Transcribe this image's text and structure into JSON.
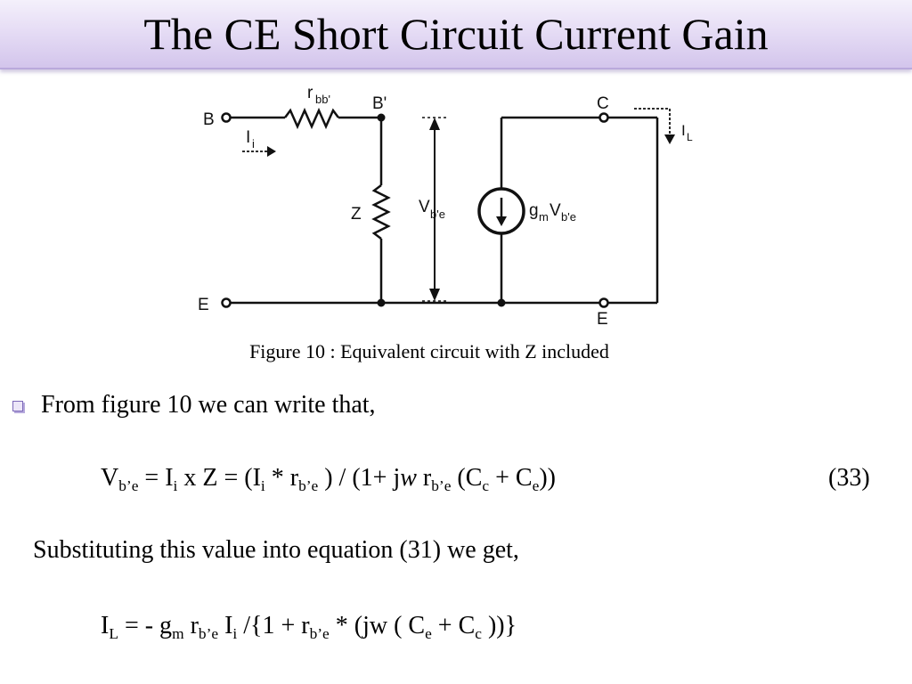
{
  "slide": {
    "title": "The CE Short Circuit Current Gain"
  },
  "figure": {
    "caption": "Figure 10 : Equivalent circuit with Z included",
    "labels": {
      "B": "B",
      "r": "r",
      "r_sub": "bb'",
      "B_prime": "B'",
      "C": "C",
      "I": "I",
      "i_sub": "i",
      "IL_I": "I",
      "IL_sub": "L",
      "Z": "Z",
      "V": "V",
      "V_sub": "b'e",
      "gm_g": "g",
      "gm_sub": "m",
      "gm_V": "V",
      "gm_V_sub": "b'e",
      "E_left": "E",
      "E_right": "E"
    }
  },
  "body": {
    "bullet_text": "From figure 10 we can write that,",
    "eq33": {
      "V": "V",
      "V_sub": "b’e",
      "eq1": " = I",
      "i_sub": "i",
      "mid": " x Z =  (I",
      "i_sub2": "i",
      "star": " * r",
      "r_sub": "b’e",
      "close": " ) / (1+ j",
      "w": "w",
      "r2": " r",
      "r2_sub": "b’e",
      "cpar": "  (C",
      "c_sub": "c",
      "plus": " + C",
      "e_sub": "e",
      "end": "))",
      "number": "(33)"
    },
    "substituting_text": "Substituting this value into equation (31) we get,",
    "eqIL": {
      "I": "I",
      "L_sub": "L",
      "eq": "   =    - g",
      "m_sub": "m",
      "r": "  r",
      "r_sub": "b’e",
      "Ii": " I",
      "i_sub": "i",
      "div": " /{1 + r",
      "r2_sub": "b’e",
      "rest": "  * (jw ( C",
      "e_sub": "e",
      "plus": "  + C",
      "c_sub": "c",
      "end": " ))}"
    }
  }
}
